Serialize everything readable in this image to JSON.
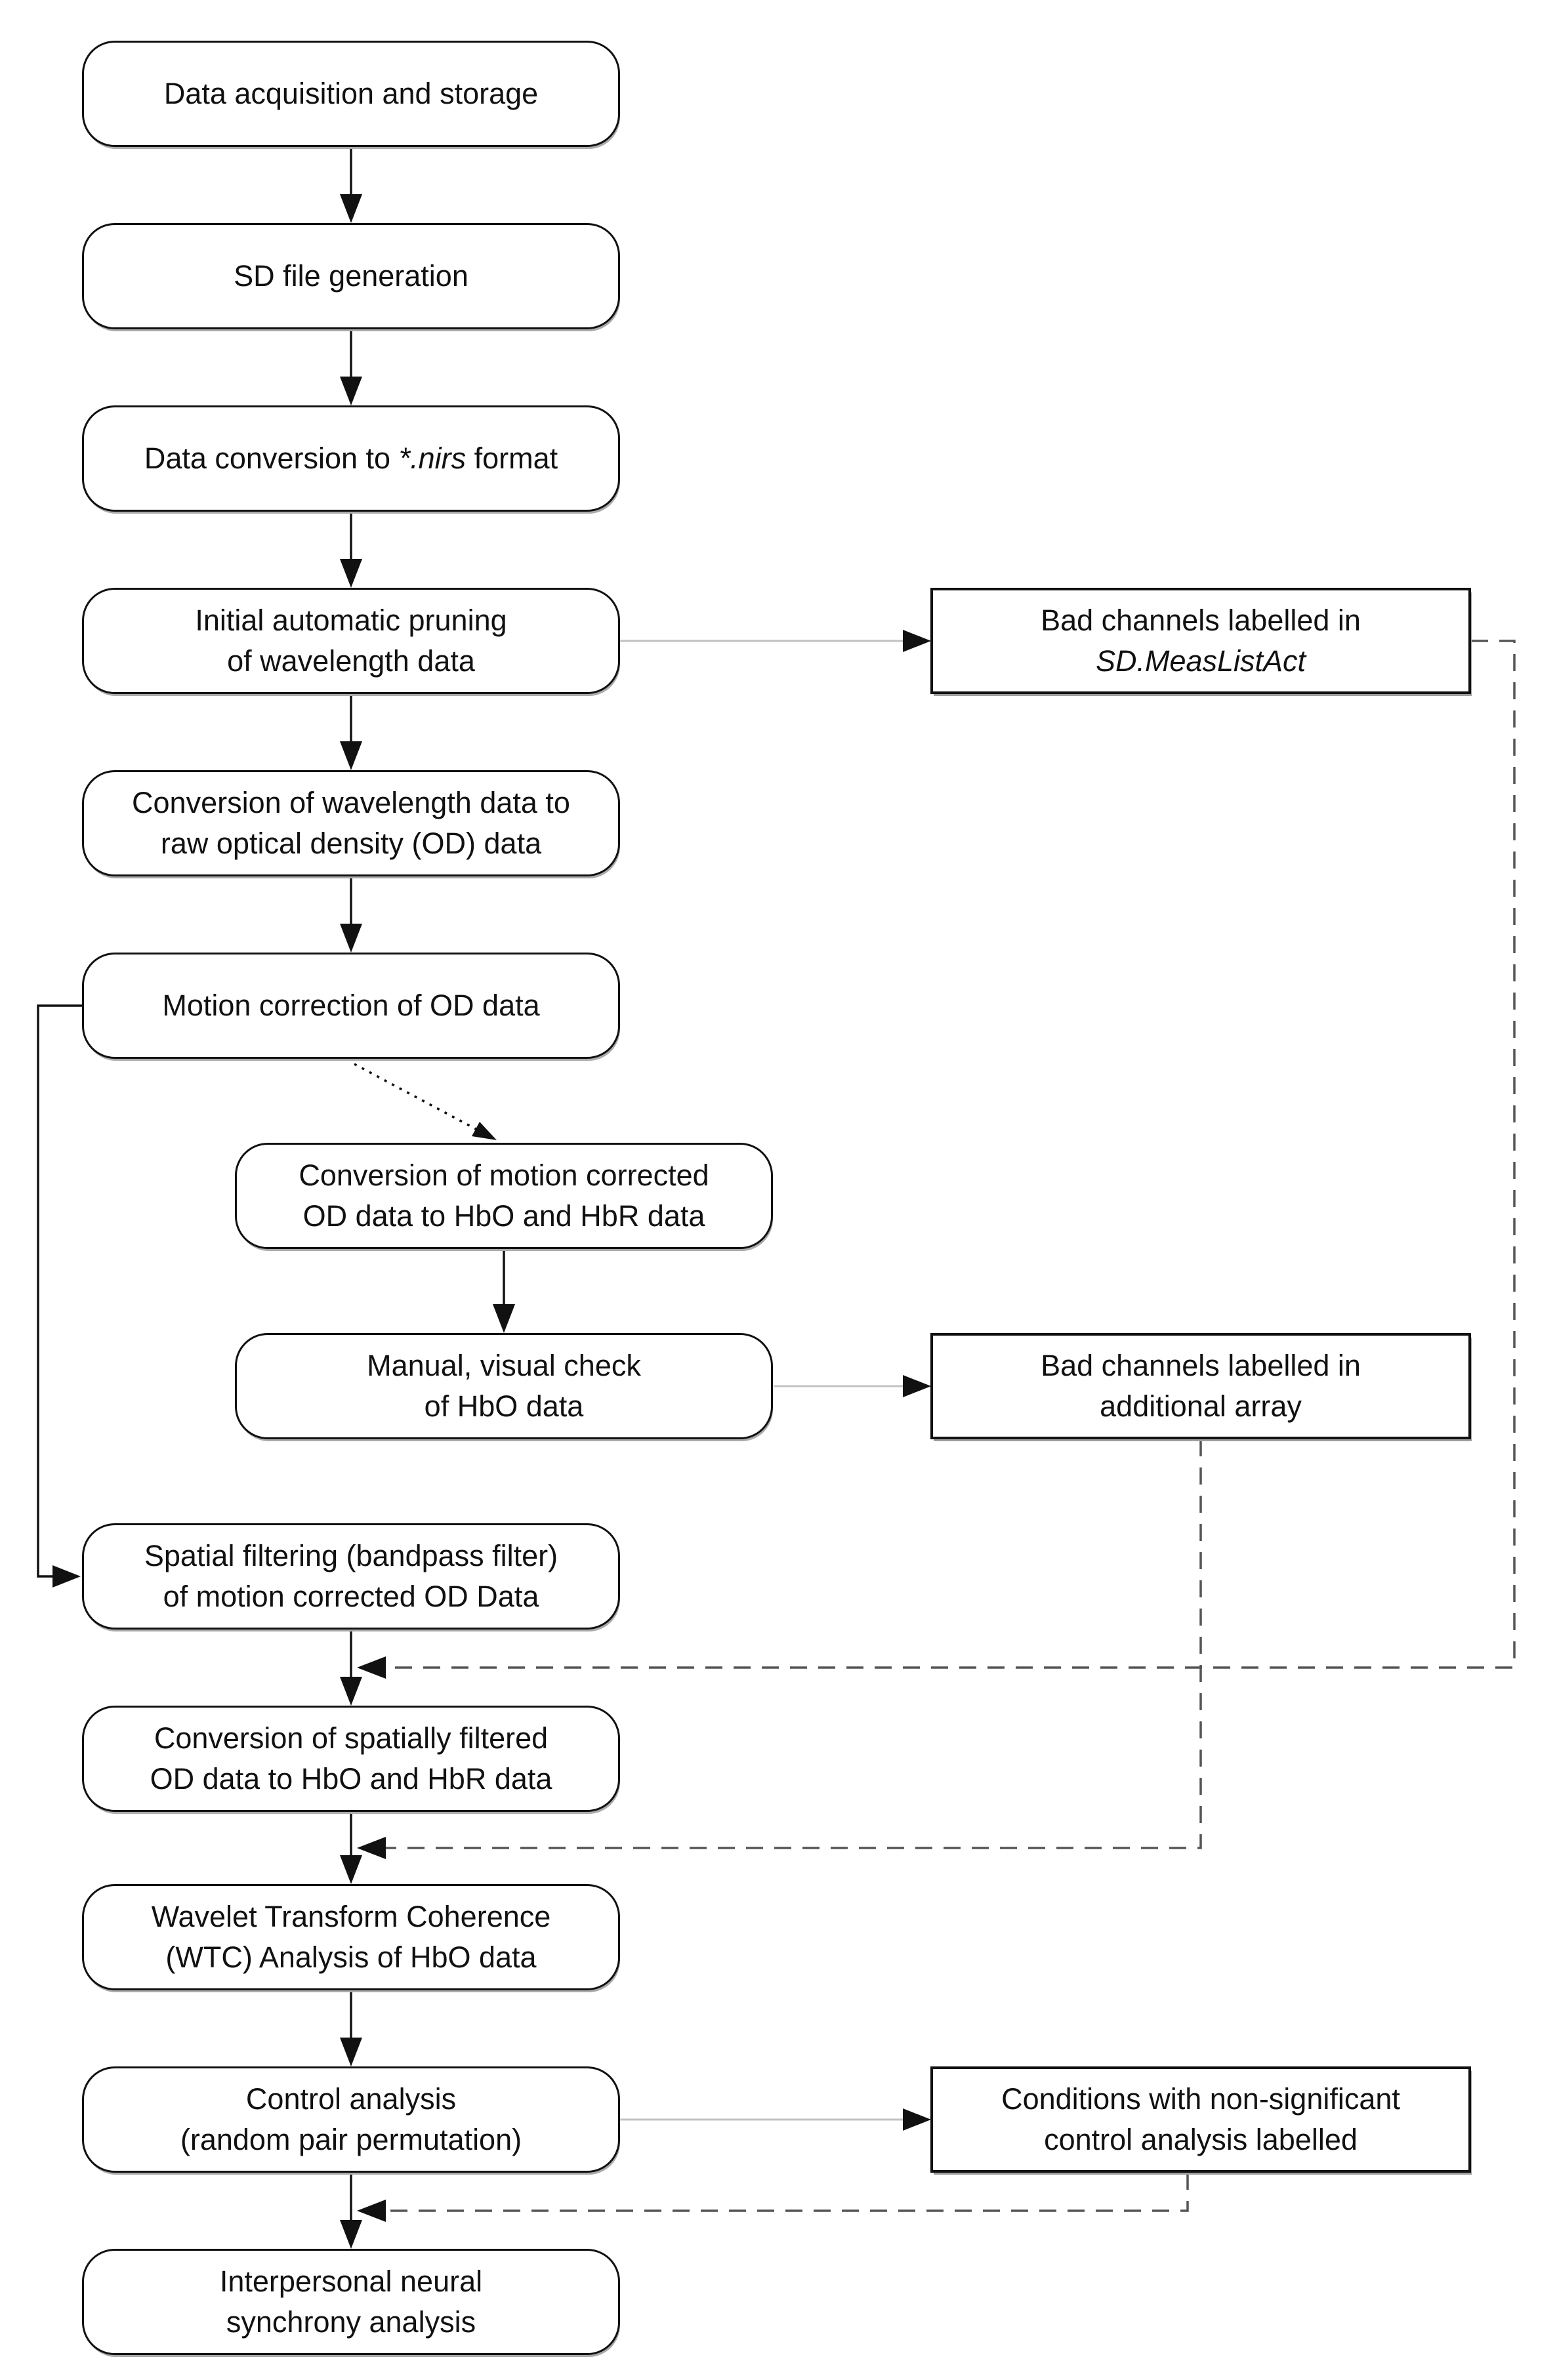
{
  "figure": {
    "description": "Flowchart of fNIRS data processing pipeline"
  },
  "colors": {
    "ink": "#111111",
    "fill": "#ffffff",
    "page_bg": "#ffffff",
    "gray_line": "#c2c2c2",
    "dashed_line": "#555555"
  },
  "boxes": {
    "b1": {
      "lines": [
        "Data acquisition and storage"
      ]
    },
    "b2": {
      "lines": [
        "SD file generation"
      ]
    },
    "b3": {
      "pre": "Data conversion to ",
      "em": "*.nirs",
      "post": " format"
    },
    "b4": {
      "lines": [
        "Initial automatic pruning",
        "of wavelength data"
      ]
    },
    "b5": {
      "lines": [
        "Conversion of wavelength data to",
        "raw optical density (OD) data"
      ]
    },
    "b6": {
      "lines": [
        "Motion correction of OD data"
      ]
    },
    "b7": {
      "lines": [
        "Conversion of motion corrected",
        "OD data to HbO and HbR data"
      ]
    },
    "b8": {
      "lines": [
        "Manual, visual check",
        "of HbO data"
      ]
    },
    "b9": {
      "lines": [
        "Spatial filtering (bandpass filter)",
        "of motion corrected OD Data"
      ]
    },
    "b10": {
      "lines": [
        "Conversion of spatially filtered",
        "OD data to HbO and HbR data"
      ]
    },
    "b11": {
      "lines": [
        "Wavelet Transform Coherence",
        "(WTC) Analysis of HbO data"
      ]
    },
    "b12": {
      "lines": [
        "Control analysis",
        "(random pair permutation)"
      ]
    },
    "b13": {
      "lines": [
        "Interpersonal neural",
        "synchrony analysis"
      ]
    },
    "r1": {
      "line1": "Bad channels labelled in",
      "line2_italic": "SD.MeasListAct"
    },
    "r2": {
      "lines": [
        "Bad channels labelled in",
        "additional array"
      ]
    },
    "r3": {
      "lines": [
        "Conditions with non-significant",
        "control analysis labelled"
      ]
    }
  }
}
